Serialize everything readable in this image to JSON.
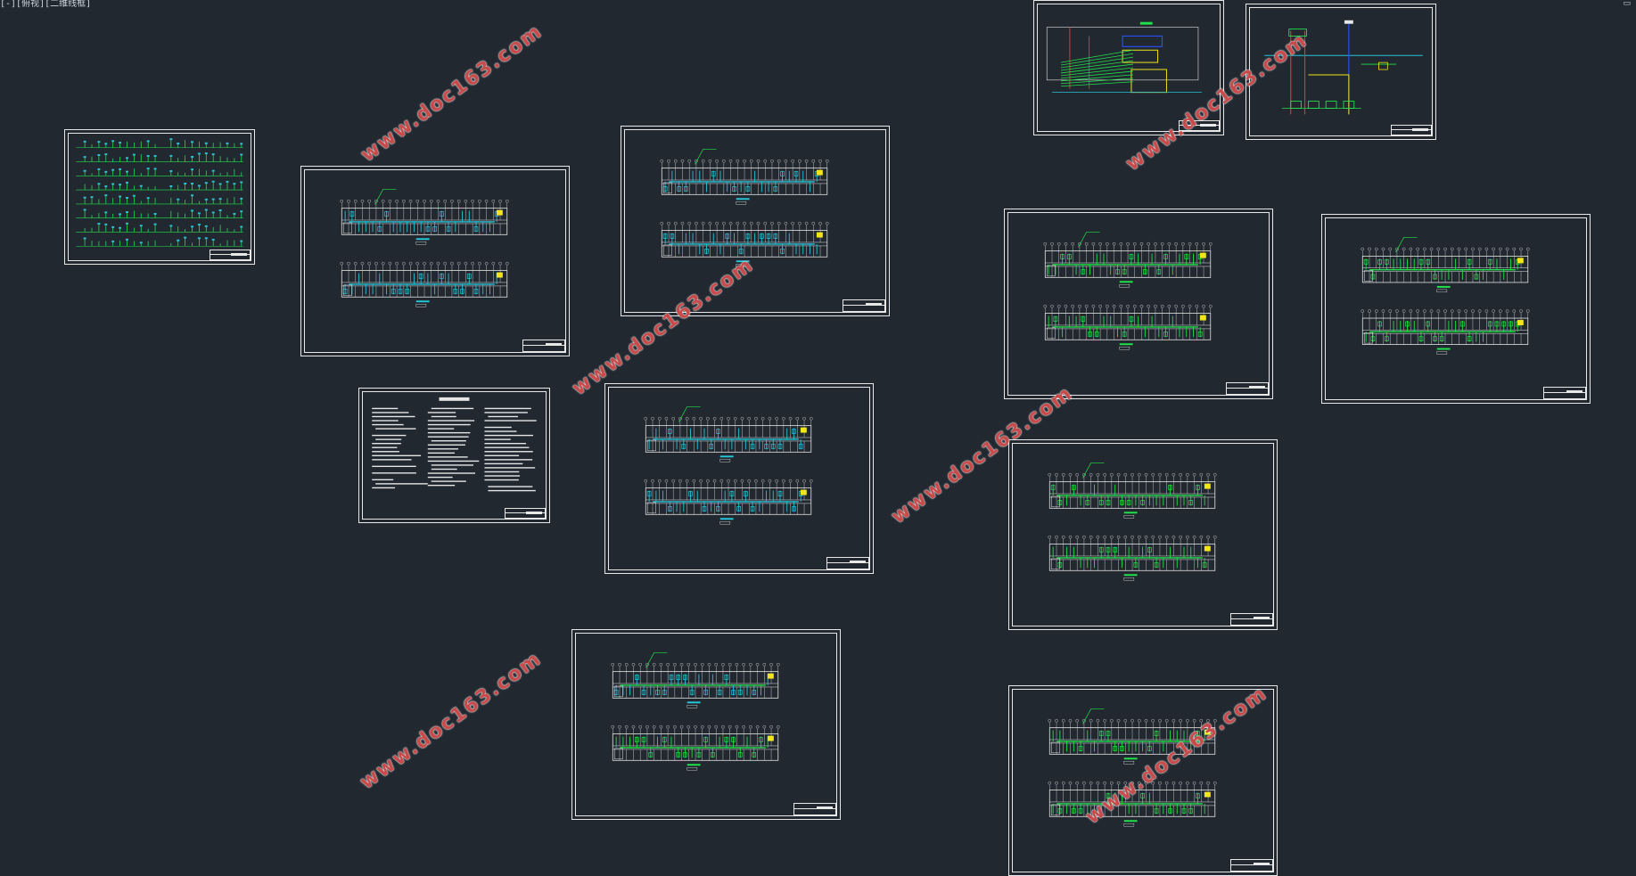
{
  "viewport": {
    "label": "[-][俯视][二维线框]",
    "background": "#212830"
  },
  "colors": {
    "sheet_border": "#e8e8e8",
    "pipe_green": "#22e04a",
    "pipe_cyan": "#27c4d8",
    "pipe_blue": "#2a4ff0",
    "pipe_red": "#e8312a",
    "pipe_yellow": "#f2e51c",
    "wall_white": "#e6e6e6",
    "watermark_red": "#c84b4b"
  },
  "watermarks": [
    {
      "text": "www.doc163.com"
    },
    {
      "text": "www.doc163.com"
    },
    {
      "text": "www.doc163.com"
    },
    {
      "text": "www.doc163.com"
    },
    {
      "text": "www.doc163.com"
    },
    {
      "text": "www.doc163.com"
    }
  ],
  "sheets": [
    {
      "id": "system-diagram-left",
      "kind": "system"
    },
    {
      "id": "plan-a",
      "kind": "plan-cyan"
    },
    {
      "id": "plan-b",
      "kind": "plan-cyan"
    },
    {
      "id": "design-notes",
      "kind": "notes"
    },
    {
      "id": "plan-c",
      "kind": "plan-cyan"
    },
    {
      "id": "plan-d",
      "kind": "plan-mixed"
    },
    {
      "id": "schematic-1",
      "kind": "schematic"
    },
    {
      "id": "schematic-2",
      "kind": "schematic"
    },
    {
      "id": "plan-e",
      "kind": "plan-green"
    },
    {
      "id": "plan-f",
      "kind": "plan-green"
    },
    {
      "id": "plan-g",
      "kind": "plan-green"
    },
    {
      "id": "plan-h",
      "kind": "plan-green"
    }
  ]
}
